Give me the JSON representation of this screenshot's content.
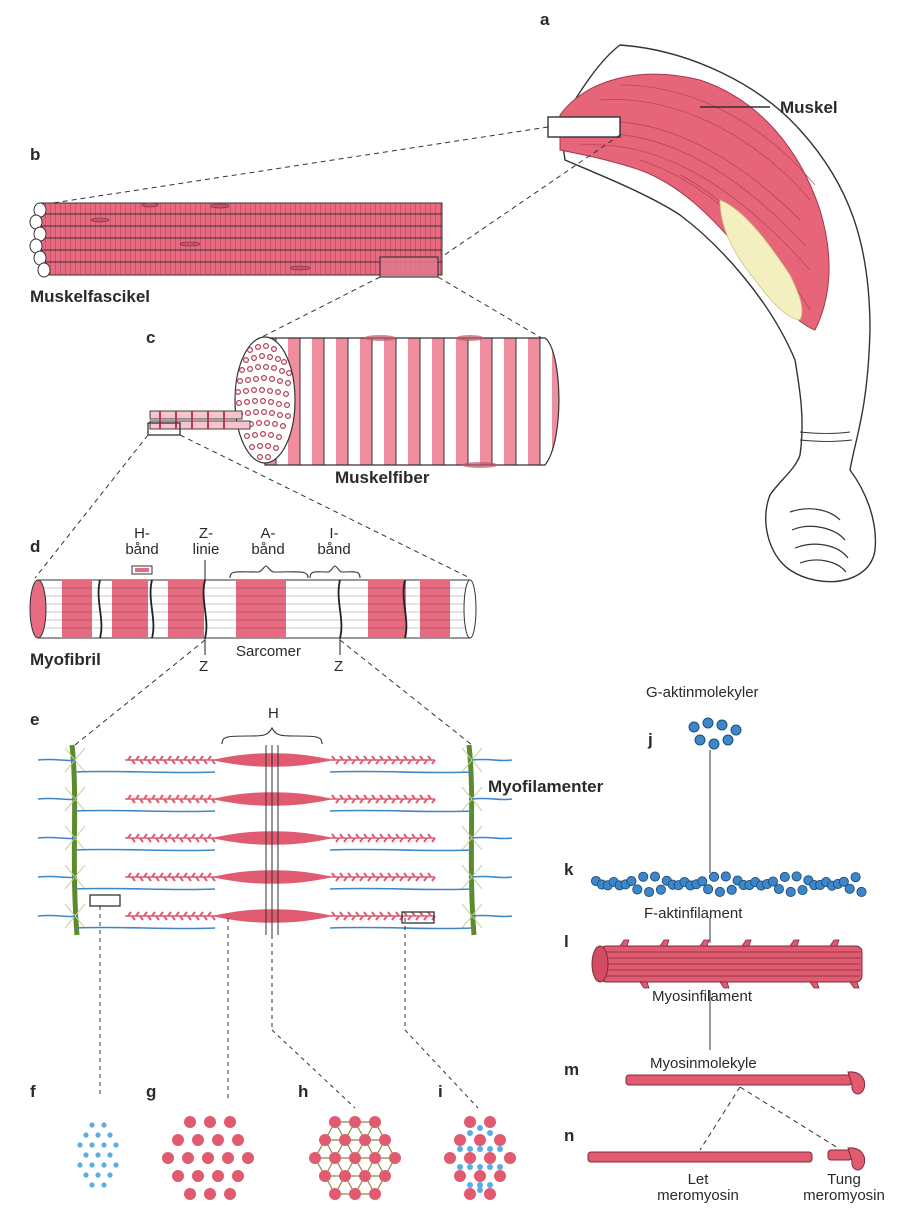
{
  "letters": {
    "a": "a",
    "b": "b",
    "c": "c",
    "d": "d",
    "e": "e",
    "f": "f",
    "g": "g",
    "h": "h",
    "i": "i",
    "j": "j",
    "k": "k",
    "l": "l",
    "m": "m",
    "n": "n"
  },
  "labels": {
    "muskel": "Muskel",
    "muskelfascikel": "Muskelfascikel",
    "muskelfiber": "Muskelfiber",
    "myofibril": "Myofibril",
    "myofilamenter": "Myofilamenter",
    "h_band_1": "H-",
    "h_band_2": "bånd",
    "z_linie_1": "Z-",
    "z_linie_2": "linie",
    "a_band_1": "A-",
    "a_band_2": "bånd",
    "i_band_1": "I-",
    "i_band_2": "bånd",
    "z_left": "Z",
    "z_right": "Z",
    "sarcomer": "Sarcomer",
    "h": "H",
    "g_aktin": "G-aktinmolekyler",
    "f_aktin": "F-aktinfilament",
    "myosinfilament": "Myosinfilament",
    "myosinmolekyle": "Myosinmolekyle",
    "let_1": "Let",
    "let_2": "meromyosin",
    "tung_1": "Tung",
    "tung_2": "meromyosin"
  },
  "colors": {
    "muscle_red": "#e05a70",
    "muscle_light": "#f2a6b4",
    "actin_blue": "#3d87c9",
    "z_green": "#5e8a2e",
    "tendon": "#f3efbe",
    "outline": "#333333"
  }
}
